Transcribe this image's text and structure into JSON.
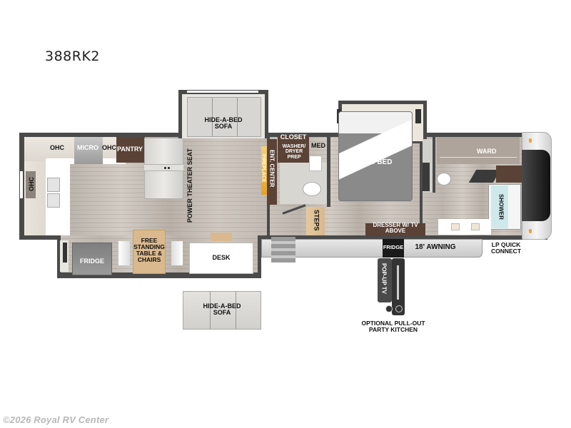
{
  "model": {
    "name": "388RK2"
  },
  "watermark": "©2026 Royal RV Center",
  "rooms": {
    "kitchen": {
      "ohc_left": "OHC",
      "ohc_top": "OHC",
      "micro": "MICRO",
      "ohc_right": "OHC",
      "pantry": "PANTRY"
    },
    "living": {
      "power_theater_seat": "POWER THEATER SEAT",
      "hide_a_bed_top": "HIDE-A-BED SOFA",
      "ent_center": "ENT. CENTER",
      "fireplace": "FIREPLACE",
      "fridge": "FRIDGE",
      "table": "FREE STANDING TABLE & CHAIRS",
      "desk": "DESK",
      "hide_a_bed_bottom": "HIDE-A-BED SOFA"
    },
    "mid": {
      "closet": "CLOSET",
      "washer_dryer": "WASHER/ DRYER PREP",
      "med": "MED",
      "steps": "STEPS"
    },
    "bedroom": {
      "king_bed": "KING BED",
      "dresser": "DRESSER W/ TV ABOVE",
      "ward": "WARD",
      "shower": "SHOWER"
    },
    "exterior": {
      "outdoor_fridge": "FRIDGE",
      "awning": "18' AWNING",
      "lp_quick_connect": "LP QUICK CONNECT",
      "pop_up_tv": "POP-UP TV",
      "party_kitchen": "OPTIONAL PULL-OUT PARTY KITCHEN"
    }
  },
  "colors": {
    "wall": "#4a4a4a",
    "cabinet_dark": "#5a4236",
    "bed": "#8a8a8a",
    "shower": "#cfe9ea",
    "steps": "#d9b98d",
    "fireplace": "#e8a224"
  }
}
